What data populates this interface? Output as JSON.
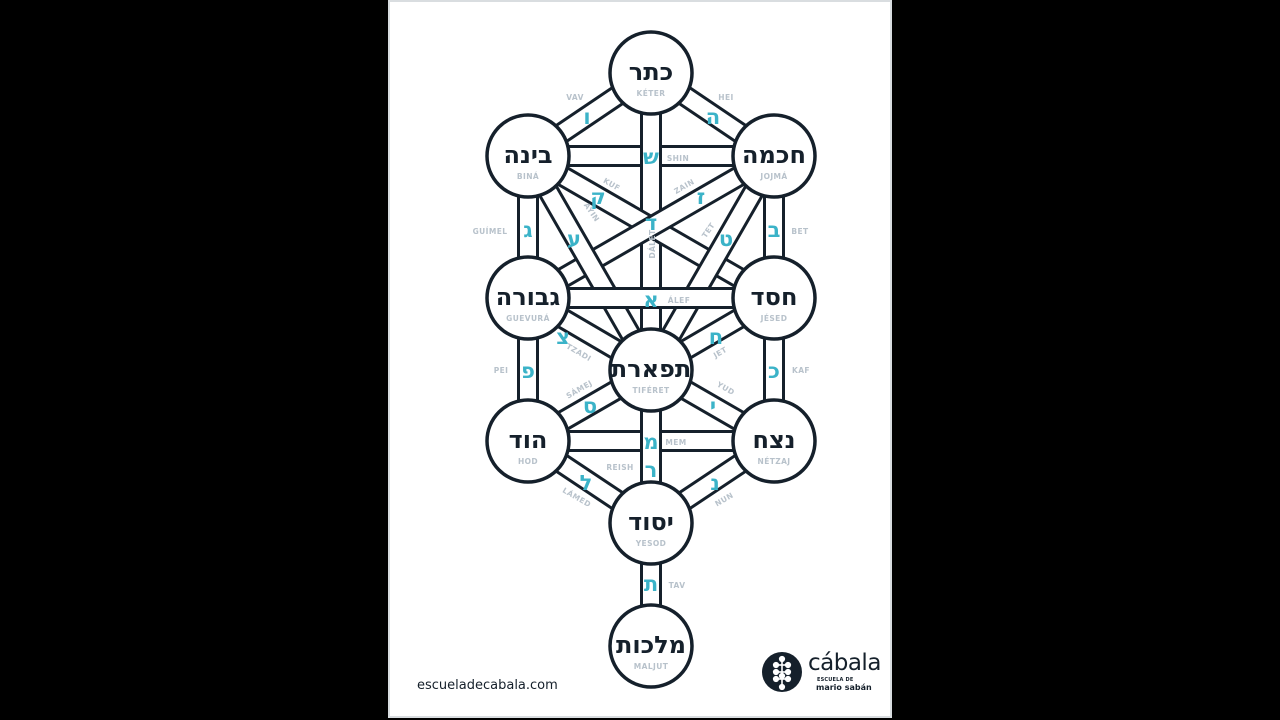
{
  "diagram": {
    "sefirot": [
      {
        "id": "keter",
        "hebrew": "כתר",
        "name": "KÉTER"
      },
      {
        "id": "bina",
        "hebrew": "בינה",
        "name": "BINÁ"
      },
      {
        "id": "jojma",
        "hebrew": "חכמה",
        "name": "JOJMÁ"
      },
      {
        "id": "guevura",
        "hebrew": "גבורה",
        "name": "GUEVURÁ"
      },
      {
        "id": "jesed",
        "hebrew": "חסד",
        "name": "JÉSED"
      },
      {
        "id": "tiferet",
        "hebrew": "תפארת",
        "name": "TIFÉRET"
      },
      {
        "id": "hod",
        "hebrew": "הוד",
        "name": "HOD"
      },
      {
        "id": "netzaj",
        "hebrew": "נצח",
        "name": "NÉTZAJ"
      },
      {
        "id": "yesod",
        "hebrew": "יסוד",
        "name": "YESOD"
      },
      {
        "id": "maljut",
        "hebrew": "מלכות",
        "name": "MALJUT"
      }
    ],
    "paths": [
      {
        "id": "vav",
        "letter": "ו",
        "name": "VAV"
      },
      {
        "id": "hei",
        "letter": "ה",
        "name": "HEI"
      },
      {
        "id": "shin",
        "letter": "ש",
        "name": "SHIN"
      },
      {
        "id": "dalet",
        "letter": "ד",
        "name": "DÁLET"
      },
      {
        "id": "kuf",
        "letter": "ק",
        "name": "KUF"
      },
      {
        "id": "zain",
        "letter": "ז",
        "name": "ZAIN"
      },
      {
        "id": "ayin",
        "letter": "ע",
        "name": "AYIN"
      },
      {
        "id": "tet",
        "letter": "ט",
        "name": "TET"
      },
      {
        "id": "guimel",
        "letter": "ג",
        "name": "GUÍMEL"
      },
      {
        "id": "bet",
        "letter": "ב",
        "name": "BET"
      },
      {
        "id": "alef",
        "letter": "א",
        "name": "ÁLEF"
      },
      {
        "id": "tzadi",
        "letter": "צ",
        "name": "TZADI"
      },
      {
        "id": "jet",
        "letter": "ח",
        "name": "JET"
      },
      {
        "id": "pei",
        "letter": "פ",
        "name": "PEI"
      },
      {
        "id": "kaf",
        "letter": "כ",
        "name": "KAF"
      },
      {
        "id": "samej",
        "letter": "ס",
        "name": "SÁMEJ"
      },
      {
        "id": "yud",
        "letter": "י",
        "name": "YUD"
      },
      {
        "id": "mem",
        "letter": "מ",
        "name": "MEM"
      },
      {
        "id": "reish",
        "letter": "ר",
        "name": "REISH"
      },
      {
        "id": "lamed",
        "letter": "ל",
        "name": "LÁMED"
      },
      {
        "id": "nun",
        "letter": "נ",
        "name": "NUN"
      },
      {
        "id": "tav",
        "letter": "ת",
        "name": "TAV"
      }
    ]
  },
  "footer": {
    "url": "escueladecabala.com",
    "brand_name": "cábala",
    "brand_sub": "ESCUELA DE",
    "brand_author": "mario sabán"
  },
  "colors": {
    "ink": "#15202b",
    "accent": "#3bb3c8",
    "label": "#b8c2cb"
  }
}
